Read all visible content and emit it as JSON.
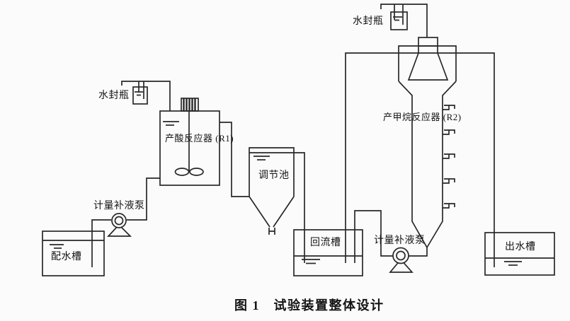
{
  "colors": {
    "line": "#282828",
    "background": "#fbfbfb",
    "text": "#141414"
  },
  "diagram": {
    "caption": "图 1　试验装置整体设计",
    "labels": {
      "water_seal_left": "水封瓶",
      "water_seal_right": "水封瓶",
      "acid_reactor": "产酸反应器 (R1)",
      "methane_reactor": "产甲烷反应器 (R2)",
      "regulating_tank": "调节池",
      "feed_tank": "配水槽",
      "reflux_tank": "回流槽",
      "effluent_tank": "出水槽",
      "metering_pump_left": "计量补液泵",
      "metering_pump_right": "计量补液泵"
    }
  }
}
